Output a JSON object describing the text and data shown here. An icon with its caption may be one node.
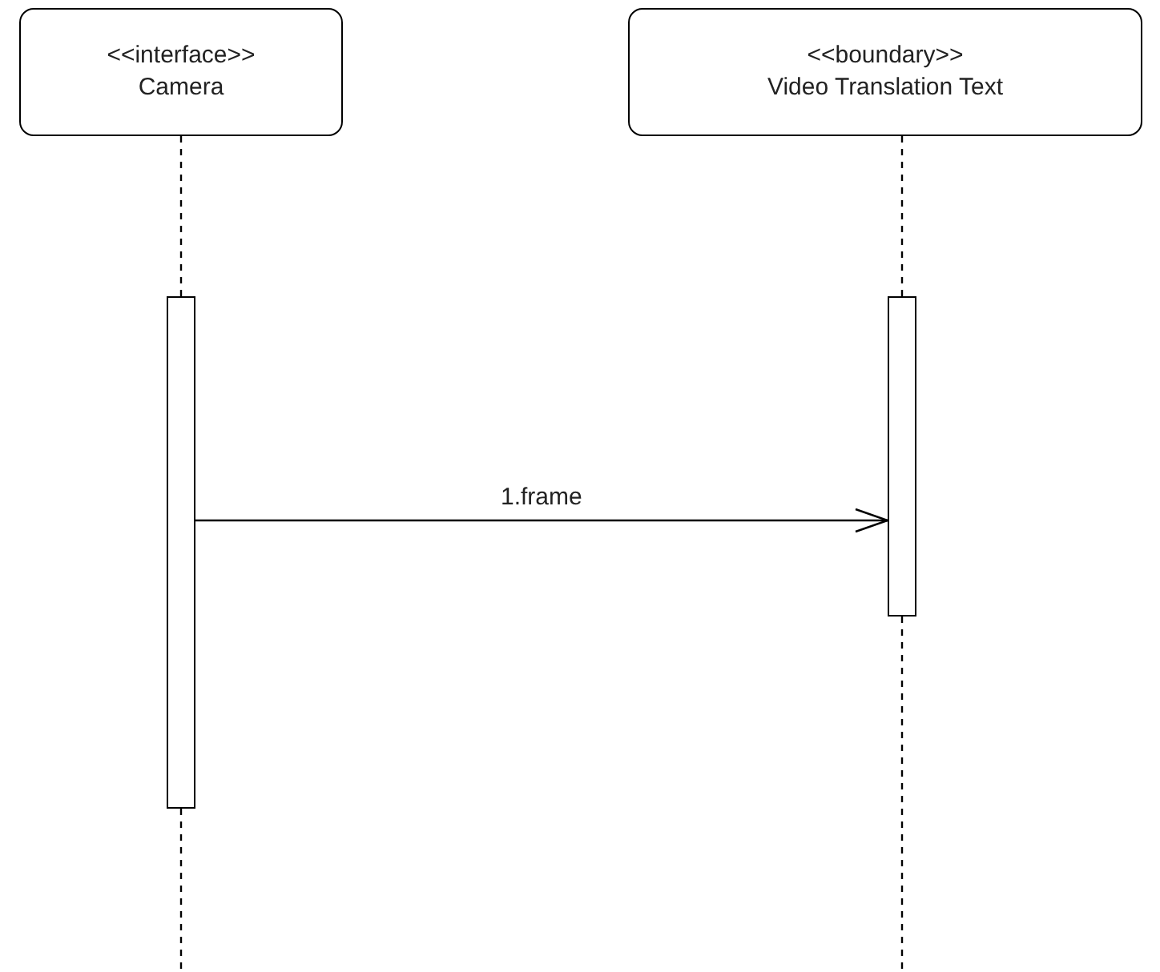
{
  "diagram": {
    "nodes": [
      {
        "text": [
          "<<interface>>",
          "Camera"
        ]
      },
      {
        "text": [
          "<<boundary>>",
          "Video Translation Text"
        ]
      },
      {
        "text": [],
        "shape": "bar"
      },
      {
        "text": [],
        "shape": "bar"
      }
    ],
    "edges": [
      {
        "from": 0,
        "to": 2,
        "arrow": "none",
        "style": "dashed"
      },
      {
        "from": 2,
        "to": null,
        "arrow": "none",
        "style": "dashed"
      },
      {
        "from": 1,
        "to": 3,
        "arrow": "none",
        "style": "dashed"
      },
      {
        "from": 3,
        "to": null,
        "arrow": "none",
        "style": "dashed"
      },
      {
        "from": 2,
        "to": 3,
        "label": "1.frame",
        "arrow": "to"
      }
    ]
  }
}
